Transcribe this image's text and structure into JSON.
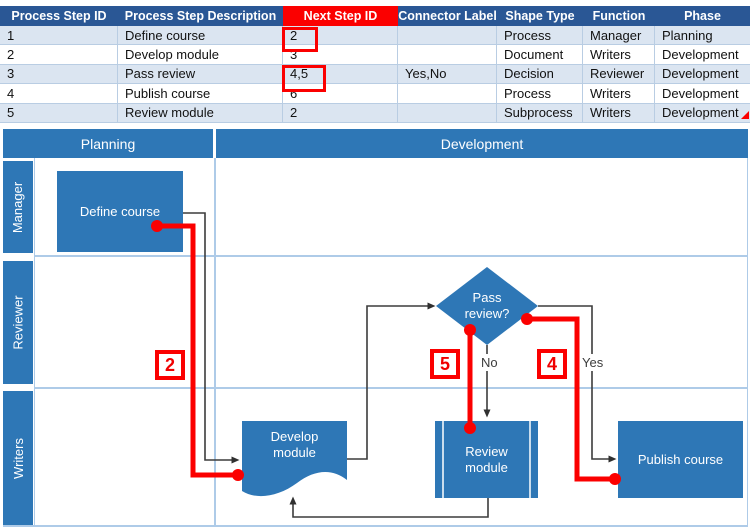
{
  "colors": {
    "table_header_bg": "#2a5795",
    "banded_row_bg": "#dbe5f1",
    "grid_line": "#b9cde3",
    "diagram_blue": "#2e77b6",
    "lane_divider": "#aecbe8",
    "connector_gray": "#3c3c3c",
    "highlight_red": "#fb0000"
  },
  "table": {
    "headers": [
      "Process Step ID",
      "Process Step Description",
      "Next Step ID",
      "Connector Label",
      "Shape Type",
      "Function",
      "Phase"
    ],
    "highlighted_header": "Next Step ID",
    "rows": [
      [
        "1",
        "Define course",
        "2",
        "",
        "Process",
        "Manager",
        "Planning"
      ],
      [
        "2",
        "Develop module",
        "3",
        "",
        "Document",
        "Writers",
        "Development"
      ],
      [
        "3",
        "Pass review",
        "4,5",
        "Yes,No",
        "Decision",
        "Reviewer",
        "Development"
      ],
      [
        "4",
        "Publish course",
        "6",
        "",
        "Process",
        "Writers",
        "Development"
      ],
      [
        "5",
        "Review module",
        "2",
        "",
        "Subprocess",
        "Writers",
        "Development"
      ]
    ],
    "boxed_cells": [
      "2",
      "4,5"
    ]
  },
  "diagram": {
    "phases": [
      "Planning",
      "Development"
    ],
    "lanes": [
      "Manager",
      "Reviewer",
      "Writers"
    ],
    "shapes": {
      "define_course": "Define course",
      "develop_module": "Develop module",
      "pass_review": "Pass review?",
      "review_module": "Review module",
      "publish_course": "Publish course"
    },
    "edge_labels": {
      "no": "No",
      "yes": "Yes"
    },
    "callouts": {
      "to_develop": "2",
      "to_review": "5",
      "to_publish": "4"
    }
  }
}
